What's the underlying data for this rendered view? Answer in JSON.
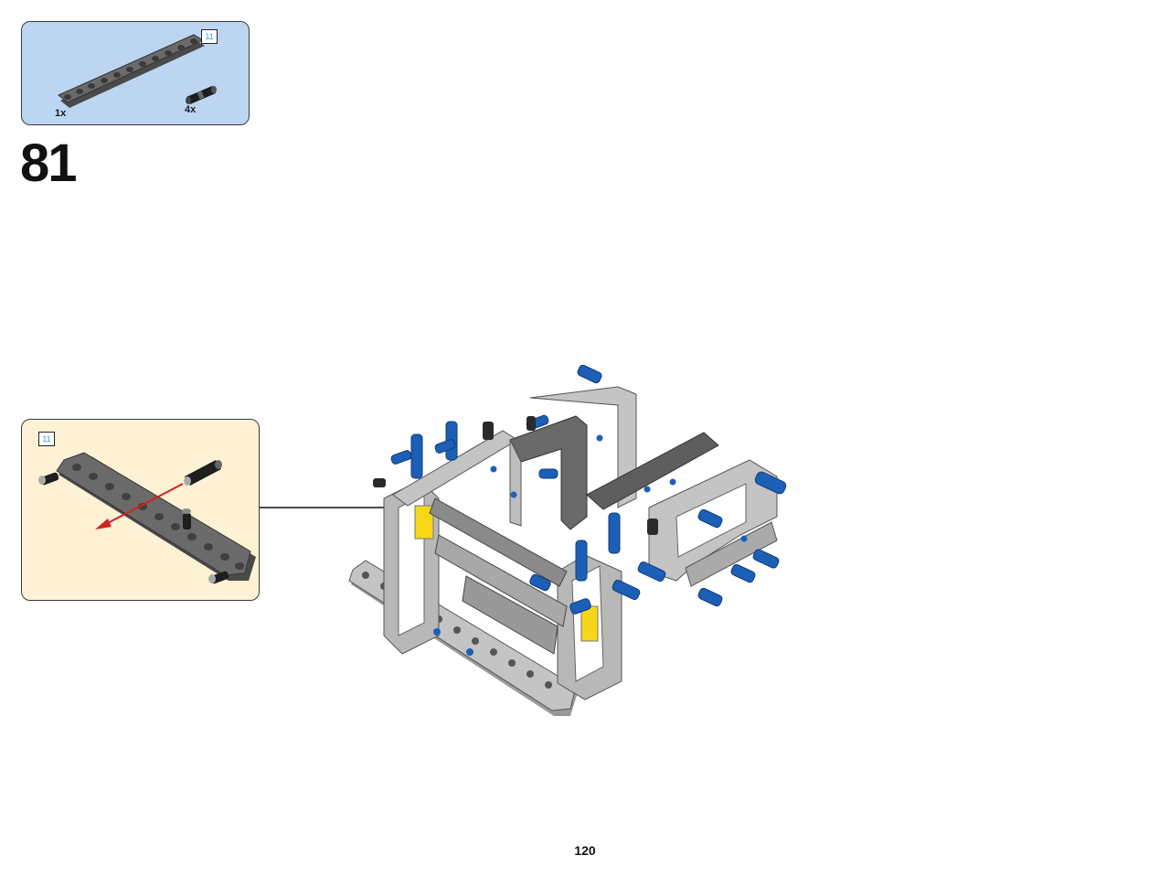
{
  "parts_list": {
    "items": [
      {
        "part": "gray-liftarm-11",
        "quantity": "1x",
        "length_badge": "11"
      },
      {
        "part": "black-friction-pin",
        "quantity": "4x"
      }
    ]
  },
  "step": {
    "number": "81"
  },
  "sub_step": {
    "length_badge": "11"
  },
  "page": {
    "number": "120"
  },
  "colors": {
    "parts_bg": "#bcd6f2",
    "sub_bg": "#fff2d4",
    "dark_gray": "#5a5a5a",
    "light_gray": "#c4c4c4",
    "blue": "#1c5fb8",
    "yellow": "#f5d718",
    "arrow_red": "#d62020",
    "badge_text": "#2aa6d9"
  }
}
